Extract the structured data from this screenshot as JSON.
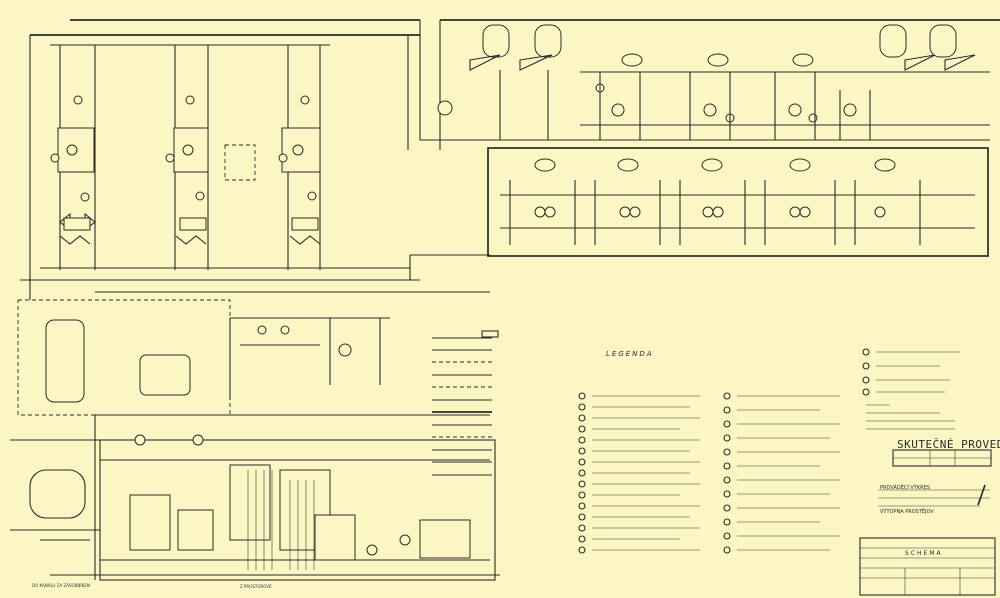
{
  "drawing": {
    "legend_title": "LEGENDA",
    "stamp": "SKUTEČNÉ PROVEDENÍ",
    "title_block": {
      "line1": "PROVÁDĚCÍ VÝKRES",
      "line2": "VÝTOPNA PROSTĚJOV",
      "line3": "SCHEMA"
    },
    "side_labels": {
      "bottom_left": "DO KANÁLU ZA ZÁSOBNÍKEM",
      "bottom_center": "Z PROSTOROVÉ"
    }
  }
}
